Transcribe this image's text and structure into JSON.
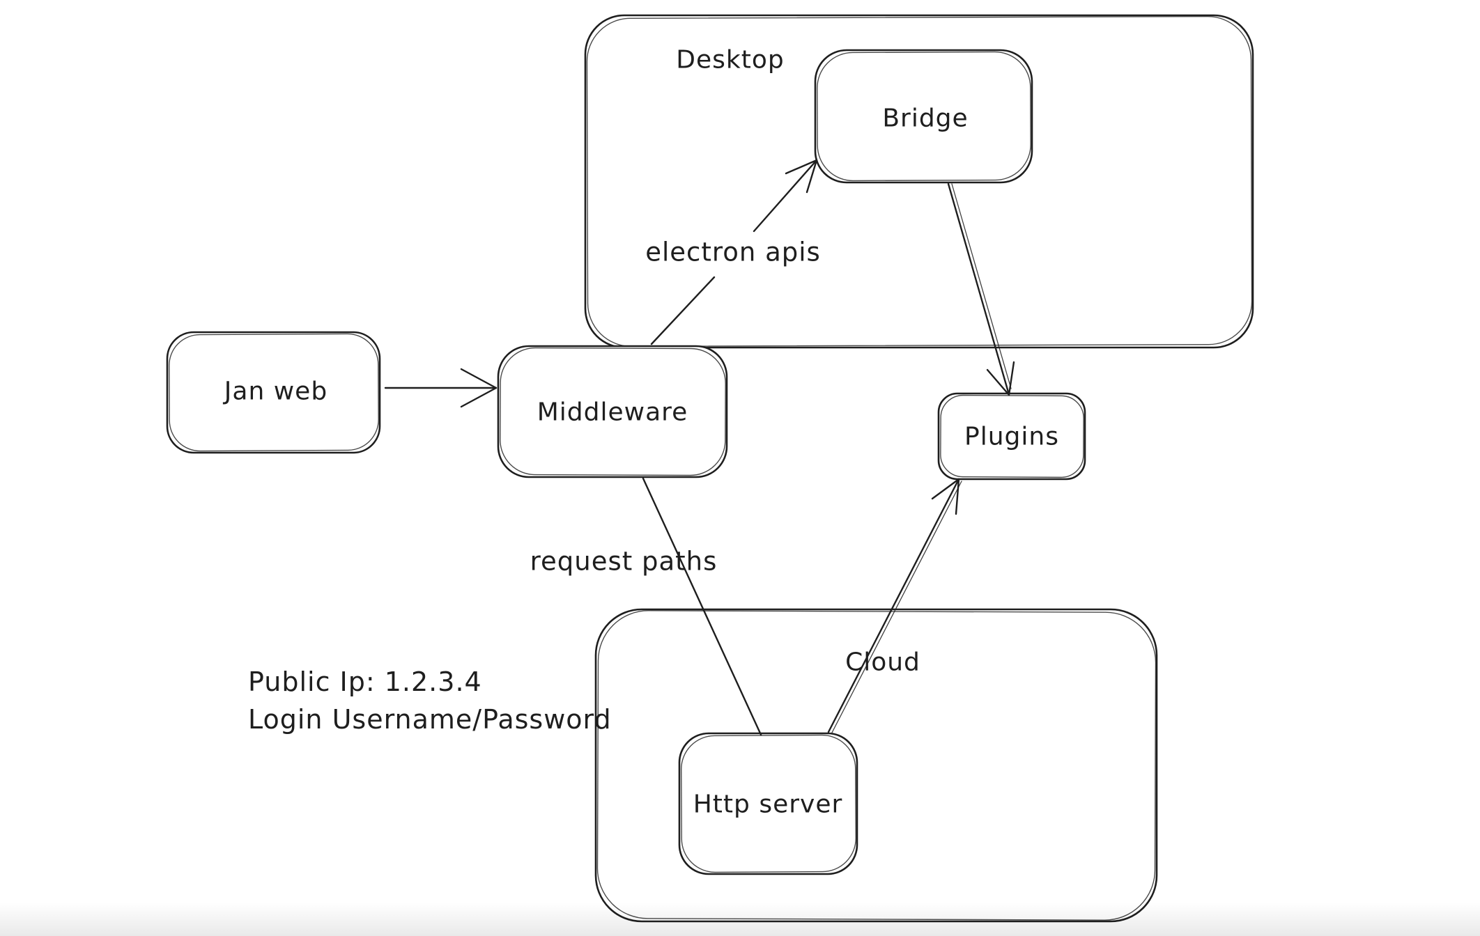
{
  "app": {
    "kind": "whiteboard-canvas",
    "background_color": "#ffffff",
    "stroke_color": "#1e1e1e"
  },
  "diagram": {
    "containers": {
      "desktop": {
        "label": "Desktop"
      },
      "cloud": {
        "label": "Cloud"
      }
    },
    "nodes": {
      "jan_web": {
        "label": "Jan web"
      },
      "middleware": {
        "label": "Middleware"
      },
      "bridge": {
        "label": "Bridge"
      },
      "plugins": {
        "label": "Plugins"
      },
      "http_server": {
        "label": "Http server"
      }
    },
    "edge_labels": {
      "electron_apis": "electron apis",
      "request_paths": "request paths"
    },
    "edges": [
      {
        "from": "Jan web",
        "to": "Middleware",
        "label": "",
        "arrowhead": "open"
      },
      {
        "from": "Middleware",
        "to": "Bridge",
        "label": "electron apis",
        "arrowhead": "open"
      },
      {
        "from": "Bridge",
        "to": "Plugins",
        "label": "",
        "arrowhead": "open"
      },
      {
        "from": "Middleware",
        "to": "Http server",
        "label": "request paths",
        "arrowhead": "none"
      },
      {
        "from": "Http server",
        "to": "Plugins",
        "label": "",
        "arrowhead": "open"
      }
    ],
    "annotations": {
      "public_ip": "Public Ip: 1.2.3.4",
      "login": "Login Username/Password"
    }
  }
}
